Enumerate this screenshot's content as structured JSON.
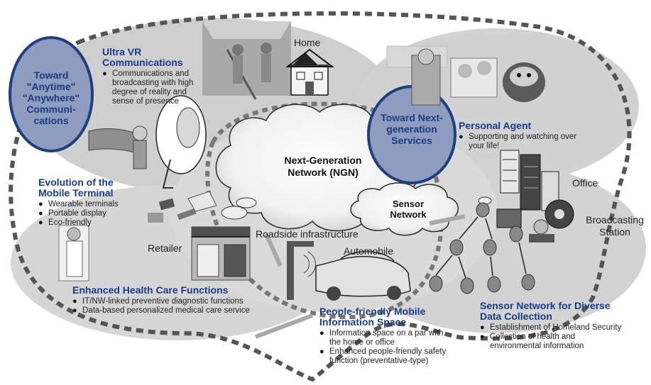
{
  "ovals": {
    "anytime": "Toward \"Anytime\" \"Anywhere\" Communi-cations",
    "next_gen": "Toward Next-generation Services"
  },
  "clouds": {
    "ngn": "Next-Generation Network (NGN)",
    "sensor": "Sensor Network"
  },
  "places": {
    "home": "Home",
    "office": "Office",
    "broadcasting": "Broadcasting Station",
    "retailer": "Retailer",
    "roadside": "Roadside infrastructure",
    "automobile": "Automobile"
  },
  "sections": {
    "ultra_vr": {
      "title": "Ultra VR Communications",
      "bullets": [
        "Communications and broadcasting with high degree of reality and sense of presence"
      ]
    },
    "mobile_terminal": {
      "title": "Evolution of the Mobile Terminal",
      "bullets": [
        "Wearable terminals",
        "Portable display",
        "Eco-friendly"
      ]
    },
    "health_care": {
      "title": "Enhanced Health Care Functions",
      "bullets": [
        "IT/NW-linked preventive diagnostic functions",
        "Data-based personalized medical care service"
      ]
    },
    "personal_agent": {
      "title": "Personal Agent",
      "bullets": [
        "Supporting and watching over your life!"
      ]
    },
    "mobile_info": {
      "title": "People-friendly Mobile Information Space",
      "bullets": [
        "Information space on a par with the home or office",
        "Enhanced people-friendly safety function (preventative-type)"
      ]
    },
    "sensor_collection": {
      "title": "Sensor Network for Diverse Data Collection",
      "bullets": [
        "Establishment of Homeland Security",
        "Collection of health and environmental information"
      ]
    }
  },
  "colors": {
    "heading": "#1a3a8c",
    "oval_fill": "#8e9cbf",
    "oval_stroke": "#1f3f7f",
    "dash": "#555555"
  }
}
